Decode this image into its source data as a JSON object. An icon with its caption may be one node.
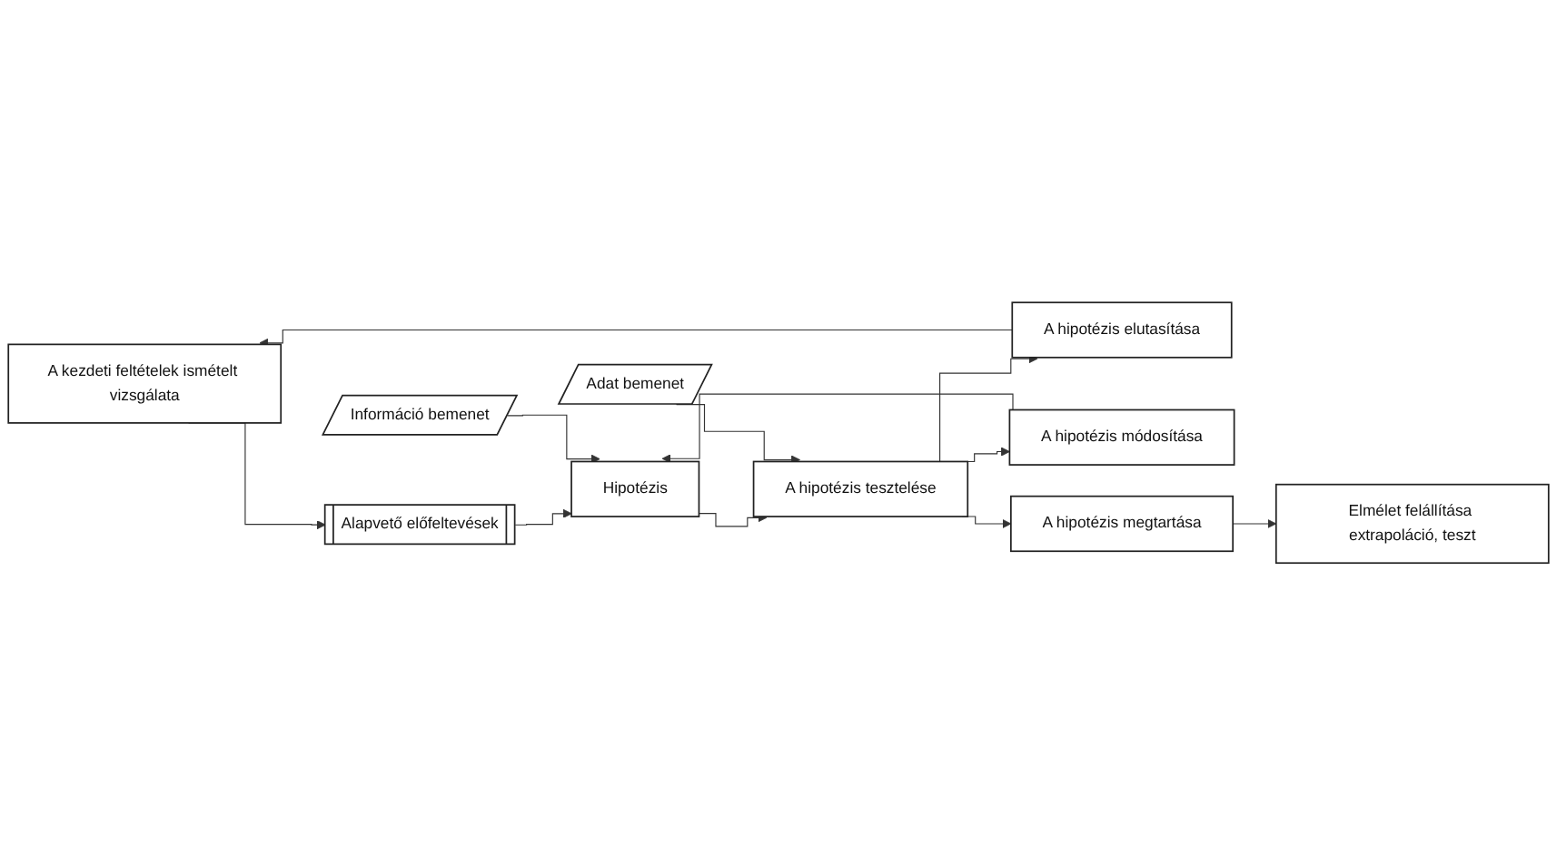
{
  "diagram": {
    "nodes": [
      {
        "text": [
          "A kezdeti feltételek ismételt vizsgálata"
        ]
      },
      {
        "text": [
          "A hipotézis elutasítása"
        ]
      },
      {
        "text": [
          "Alapvető előfeltevések"
        ]
      },
      {
        "text": [
          "Hipotézis"
        ]
      },
      {
        "text": [
          "A hipotézis tesztelése"
        ]
      },
      {
        "text": [
          "A hipotézis módosítása"
        ]
      },
      {
        "text": [
          "Információ bemenet"
        ]
      },
      {
        "text": [
          "Adat bemenet"
        ]
      },
      {
        "text": [
          "A hipotézis megtartása"
        ]
      },
      {
        "text": [
          "Elmélet felállítása extrapoláció, teszt"
        ]
      }
    ],
    "edges": [
      {
        "from": 0,
        "to": 2,
        "arrow": "to"
      },
      {
        "from": 2,
        "to": 3,
        "arrow": "to"
      },
      {
        "from": 3,
        "to": 4,
        "arrow": "to"
      },
      {
        "from": 4,
        "to": 1,
        "arrow": "to"
      },
      {
        "from": 4,
        "to": 5,
        "arrow": "to"
      },
      {
        "from": 4,
        "to": 8,
        "arrow": "to"
      },
      {
        "from": 1,
        "to": 0,
        "arrow": "to"
      },
      {
        "from": 5,
        "to": 3,
        "arrow": "to"
      },
      {
        "from": 6,
        "to": 3,
        "arrow": "to"
      },
      {
        "from": 7,
        "to": 4,
        "arrow": "to"
      },
      {
        "from": 8,
        "to": 9,
        "arrow": "to"
      }
    ]
  }
}
